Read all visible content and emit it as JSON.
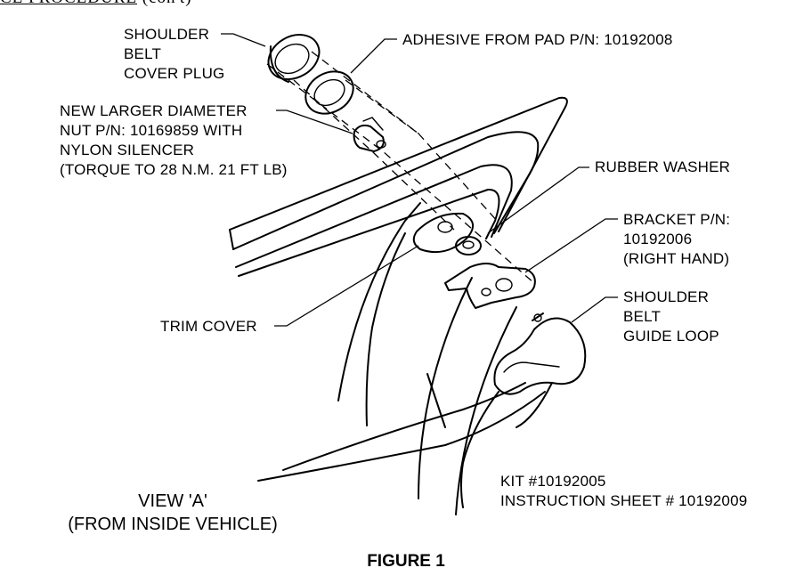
{
  "header": {
    "text_underlined": "CE PROCEDURE",
    "text_rest": "(con't)"
  },
  "labels": {
    "shoulder_belt_cover_plug": [
      "SHOULDER",
      "BELT",
      "COVER PLUG"
    ],
    "adhesive_pad": "ADHESIVE FROM PAD P/N:  10192008",
    "nut": [
      "NEW LARGER DIAMETER",
      "NUT P/N:  10169859 WITH",
      "NYLON SILENCER",
      "(TORQUE TO 28 N.M. 21 FT LB)"
    ],
    "rubber_washer": "RUBBER WASHER",
    "bracket": [
      "BRACKET P/N:",
      "10192006",
      "(RIGHT HAND)"
    ],
    "guide_loop": [
      "SHOULDER",
      "BELT",
      "GUIDE LOOP"
    ],
    "trim_cover": "TRIM COVER",
    "kit": [
      "KIT #10192005",
      "INSTRUCTION SHEET # 10192009"
    ]
  },
  "view": [
    "VIEW 'A'",
    "(FROM INSIDE VEHICLE)"
  ],
  "figure_caption": "FIGURE 1"
}
